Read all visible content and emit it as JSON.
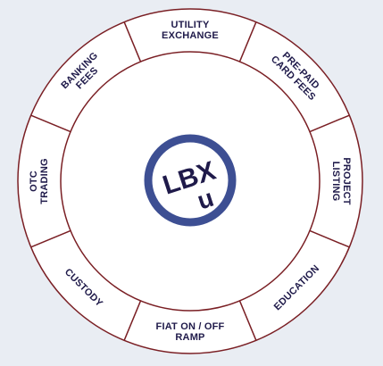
{
  "colors": {
    "background": "#e9edf3",
    "ring_fill": "#ffffff",
    "ring_stroke": "#7a1f24",
    "label": "#1f1a4a",
    "hub_ring": "#3d4f93",
    "hub_fill": "#ffffff"
  },
  "hub": {
    "line1": "LBX",
    "line2": "u"
  },
  "segments": [
    {
      "lines": [
        "UTILITY",
        "EXCHANGE"
      ]
    },
    {
      "lines": [
        "PRE-PAID",
        "CARD FEES"
      ]
    },
    {
      "lines": [
        "PROJECT",
        "LISTING"
      ]
    },
    {
      "lines": [
        "EDUCATION"
      ]
    },
    {
      "lines": [
        "FIAT ON / OFF",
        "RAMP"
      ]
    },
    {
      "lines": [
        "CUSTODY"
      ]
    },
    {
      "lines": [
        "OTC",
        "TRADING"
      ]
    },
    {
      "lines": [
        "BANKING",
        "FEES"
      ]
    }
  ]
}
